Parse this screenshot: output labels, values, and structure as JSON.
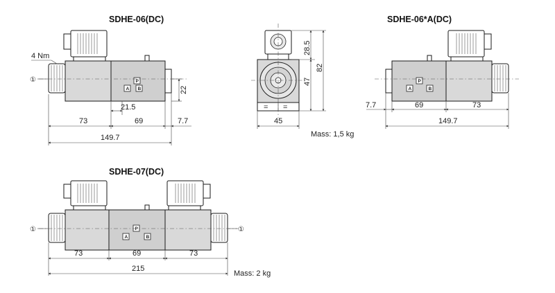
{
  "views": {
    "sdhe06": {
      "title": "SDHE-06(DC)",
      "torque": "4 Nm",
      "marker": "①",
      "dims": {
        "coil": "73",
        "body": "69",
        "end": "7.7",
        "total": "149.7",
        "offset": "21.5",
        "height": "22"
      },
      "ports": [
        "A",
        "P",
        "B"
      ]
    },
    "side": {
      "dims": {
        "width": "45",
        "coil_height": "28.5",
        "body_height": "47",
        "total_height": "82",
        "equal": "="
      },
      "mass": "Mass: 1,5 kg"
    },
    "sdhe06a": {
      "title": "SDHE-06*A(DC)",
      "dims": {
        "end": "7.7",
        "body": "69",
        "coil": "73",
        "total": "149.7"
      },
      "ports": [
        "A",
        "P",
        "B"
      ]
    },
    "sdhe07": {
      "title": "SDHE-07(DC)",
      "marker": "①",
      "dims": {
        "coil_left": "73",
        "body": "69",
        "coil_right": "73",
        "total": "215"
      },
      "mass": "Mass: 2 kg",
      "ports": [
        "A",
        "P",
        "B"
      ]
    }
  }
}
